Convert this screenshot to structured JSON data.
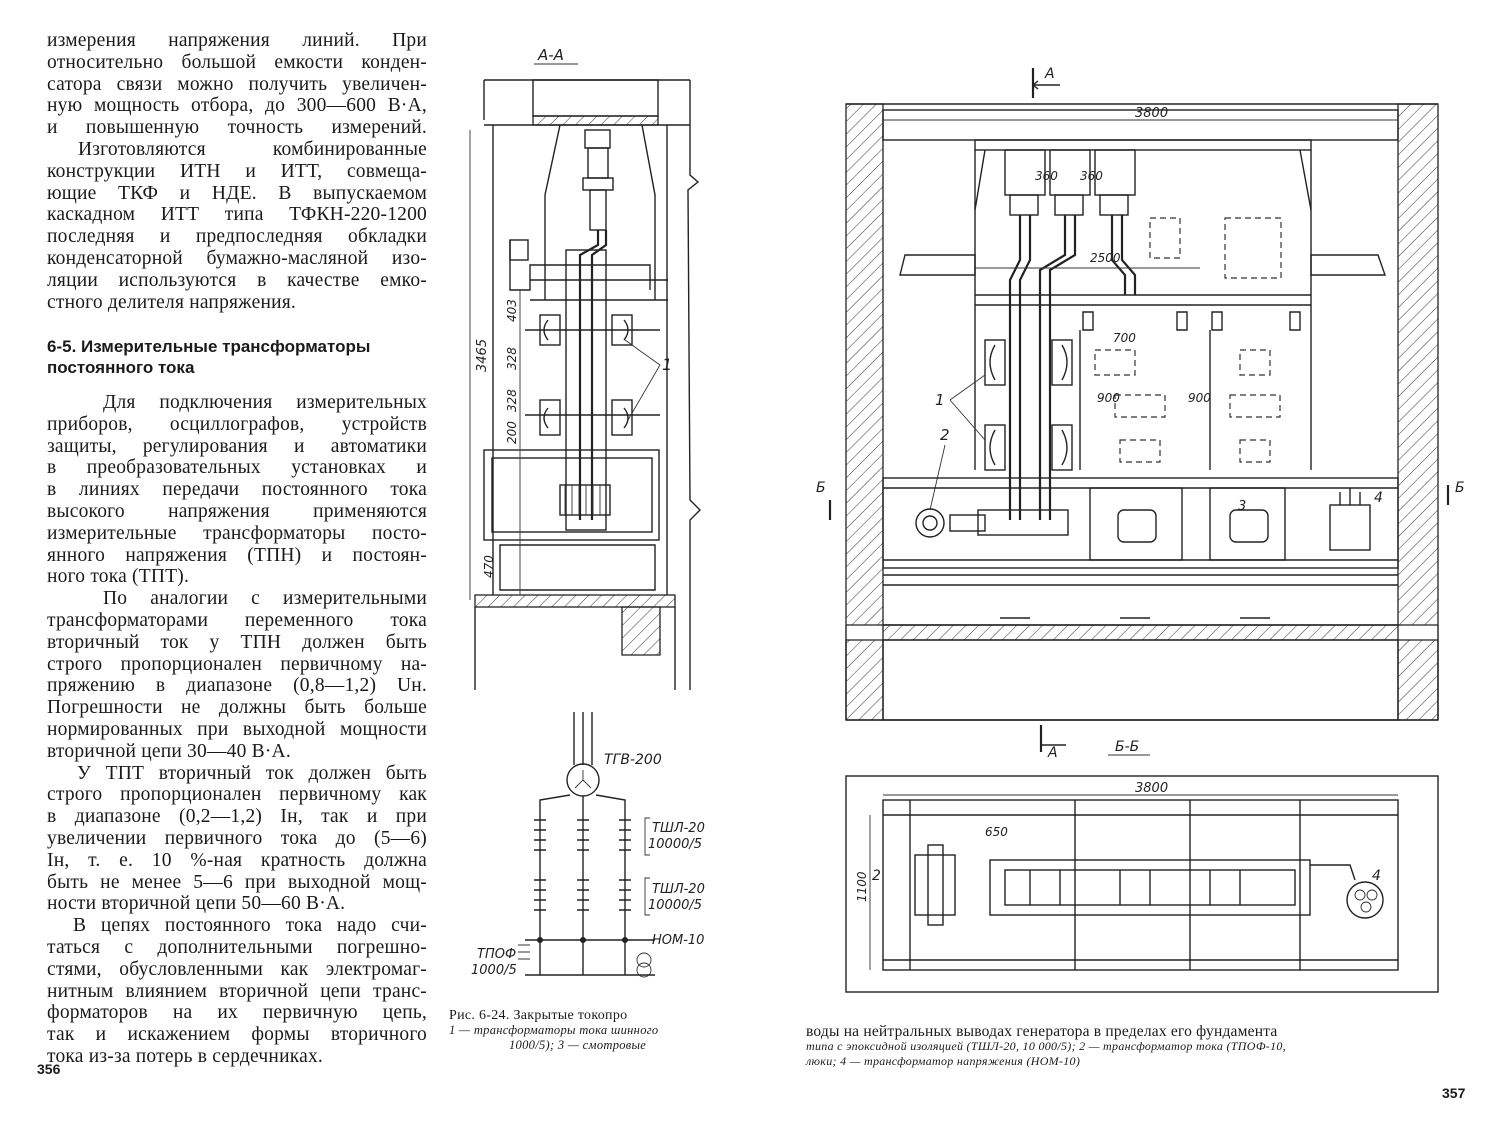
{
  "left_page": {
    "number": "356",
    "para1_lines": [
      "измерения  напряжения  линий.  При",
      "относительно большой емкости конден-",
      "сатора связи можно получить увеличен-",
      "ную мощность отбора, до 300—600 В·А,",
      "и  повышенную  точность  измерений."
    ],
    "para2_lines": [
      "Изготовляются     комбинированные",
      "конструкции  ИТН  и  ИТТ,  совмеща-",
      "ющие  ТКФ  и  НДЕ.  В  выпускаемом",
      "каскадном  ИТТ  типа  ТФКН-220-1200",
      "последняя  и  предпоследняя  обкладки",
      "конденсаторной бумажно-масляной изо-",
      "ляции  используются  в  качестве  емко-",
      "стного делителя напряжения."
    ],
    "heading_lines": [
      "6-5. Измерительные трансформаторы",
      "постоянного тока"
    ],
    "para3_lines": [
      "Для  подключения  измерительных",
      "приборов,   осциллографов,   устройств",
      "защиты, регулирования  и  автоматики",
      "в   преобразовательных   установках   и",
      "в  линиях  передачи  постоянного тока",
      "высокого   напряжения   применяются",
      "измерительные трансформаторы посто-",
      "янного напряжения  (ТПН) и постоян-",
      "ного тока (ТПТ)."
    ],
    "para4_lines": [
      "По   аналогии   с   измерительными",
      "трансформаторами   переменного тока",
      "вторичный ток  у  ТПН  должен быть",
      "строго пропорционален первичному на-",
      "пряжению  в диапазоне  (0,8—1,2)  Uн.",
      "Погрешности  не  должны  быть больше",
      "нормированных при выходной мощности",
      "вторичной цепи 30—40 В·А."
    ],
    "para5_lines": [
      "У ТПТ вторичный ток должен быть",
      "строго пропорционален первичному  как",
      "в диапазоне  (0,2—1,2)  Iн,  так  и  при",
      "увеличении  первичного  тока  до  (5—6)",
      "Iн,  т. е.  10 %-ная  кратность  должна",
      "быть не менее 5—6 при выходной мощ-",
      "ности вторичной цепи 50—60  В·А."
    ],
    "para6_lines": [
      "В цепях постоянного тока надо счи-",
      "таться  с  дополнительными  погрешно-",
      "стями, обусловленными как электромаг-",
      "нитным влиянием вторичной цепи транс-",
      "форматоров   на   их  первичную  цепь,",
      "так  и  искажением  формы  вторичного",
      "тока из-за потерь в сердечниках."
    ]
  },
  "figure": {
    "section_aa_label": "А-А",
    "section_bb_label": "Б-Б",
    "cut_a": "А",
    "cut_b": "Б",
    "dims": {
      "w3800": "3800",
      "d360a": "360",
      "d360b": "360",
      "d2500": "2500",
      "d700": "700",
      "d900a": "900",
      "d900b": "900",
      "h3465": "3465",
      "h403": "403",
      "h328a": "328",
      "h328b": "328",
      "h200": "200",
      "h470": "470",
      "w3800b": "3800",
      "d650": "650",
      "h1100": "1100"
    },
    "callouts": {
      "n1": "1",
      "n2": "2",
      "n3": "3",
      "n4": "4"
    },
    "schematic": {
      "gen": "ТГВ-200",
      "ct1": "ТШЛ-20",
      "ct1r": "10000/5",
      "ct2": "ТШЛ-20",
      "ct2r": "10000/5",
      "tpof": "ТПОФ",
      "tpofr": "1000/5",
      "nom": "НОМ-10"
    },
    "caption_left_l1": "Рис.  6-24.  Закрытые  токопро",
    "caption_left_l2": "1 — трансформаторы тока шинного",
    "caption_left_l3": "1000/5);  3  —  смотровые",
    "caption_right_l1": "воды на нейтральных выводах генератора в пределах его фундамента",
    "caption_right_l2": "типа  с  эпоксидной  изоляцией  (ТШЛ-20,   10 000/5);   2 — трансформатор   тока   (ТПОФ-10,",
    "caption_right_l3": "люки;  4 — трансформатор  напряжения  (НОМ-10)"
  },
  "right_page": {
    "number": "357"
  }
}
